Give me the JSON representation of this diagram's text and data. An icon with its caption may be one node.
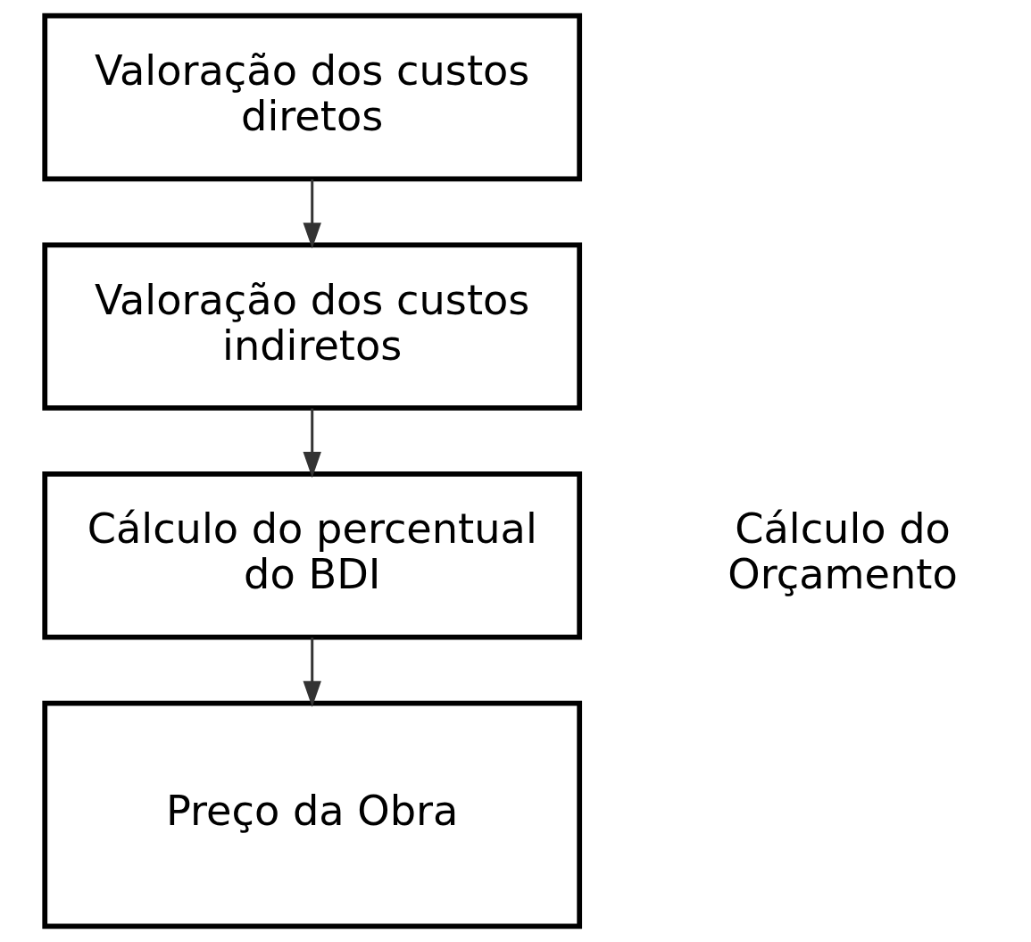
{
  "diagram": {
    "nodes": [
      {
        "text": [
          "Valoração dos custos diretos"
        ]
      },
      {
        "text": [
          "Valoração dos custos indiretos"
        ]
      },
      {
        "text": [
          "Cálculo do percentual do BDI"
        ]
      },
      {
        "text": [
          "Preço da Obra"
        ]
      }
    ],
    "edges": [
      {
        "from": 0,
        "to": 1,
        "arrow": "to"
      },
      {
        "from": 1,
        "to": 2,
        "arrow": "to"
      },
      {
        "from": 2,
        "to": 3,
        "arrow": "to"
      }
    ],
    "labels": [
      "Cálculo do Orçamento"
    ]
  }
}
